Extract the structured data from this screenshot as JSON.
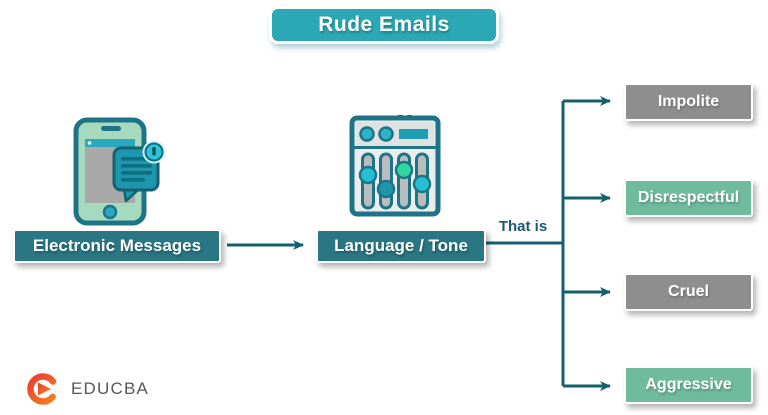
{
  "title": "Rude Emails",
  "flow": {
    "source_label": "Electronic Messages",
    "process_label": "Language / Tone",
    "connector_label": "That is"
  },
  "outcomes": [
    {
      "label": "Impolite",
      "variant": "gray"
    },
    {
      "label": "Disrespectful",
      "variant": "green"
    },
    {
      "label": "Cruel",
      "variant": "gray"
    },
    {
      "label": "Aggressive",
      "variant": "green"
    }
  ],
  "icons": {
    "source": "phone-message-icon",
    "process": "audio-mixer-icon",
    "logo": "educba-logo-icon"
  },
  "branding": {
    "logo_text": "EDUCBA"
  },
  "colors": {
    "title_bg": "#2BA7B5",
    "node_bg": "#2A7683",
    "connector_line": "#14616E",
    "outcome_gray": "#8E8E8E",
    "outcome_green": "#70BA9E",
    "connector_label_text": "#1A5B6E",
    "icon_outline": "#1E7486",
    "phone_body": "#A6DABF",
    "logo_text_color": "#55575B",
    "logo_red": "#E93E30",
    "logo_orange": "#F58220"
  }
}
